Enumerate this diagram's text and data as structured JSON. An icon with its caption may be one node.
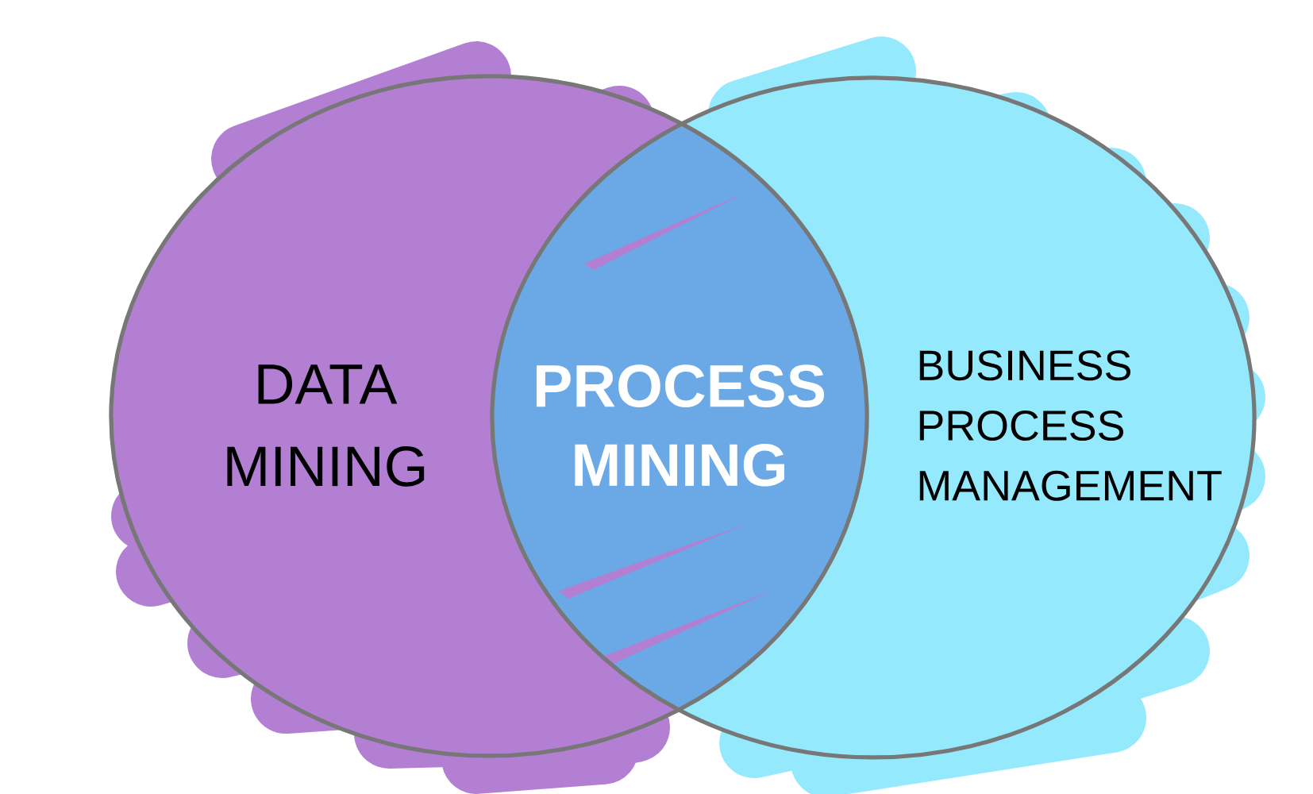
{
  "diagram": {
    "nodes": [
      {
        "text": [
          "DATA MINING"
        ]
      },
      {
        "text": [
          "PROCESS MINING"
        ]
      },
      {
        "text": [
          "BUSINESS PROCESS MANAGEMENT"
        ]
      }
    ]
  }
}
